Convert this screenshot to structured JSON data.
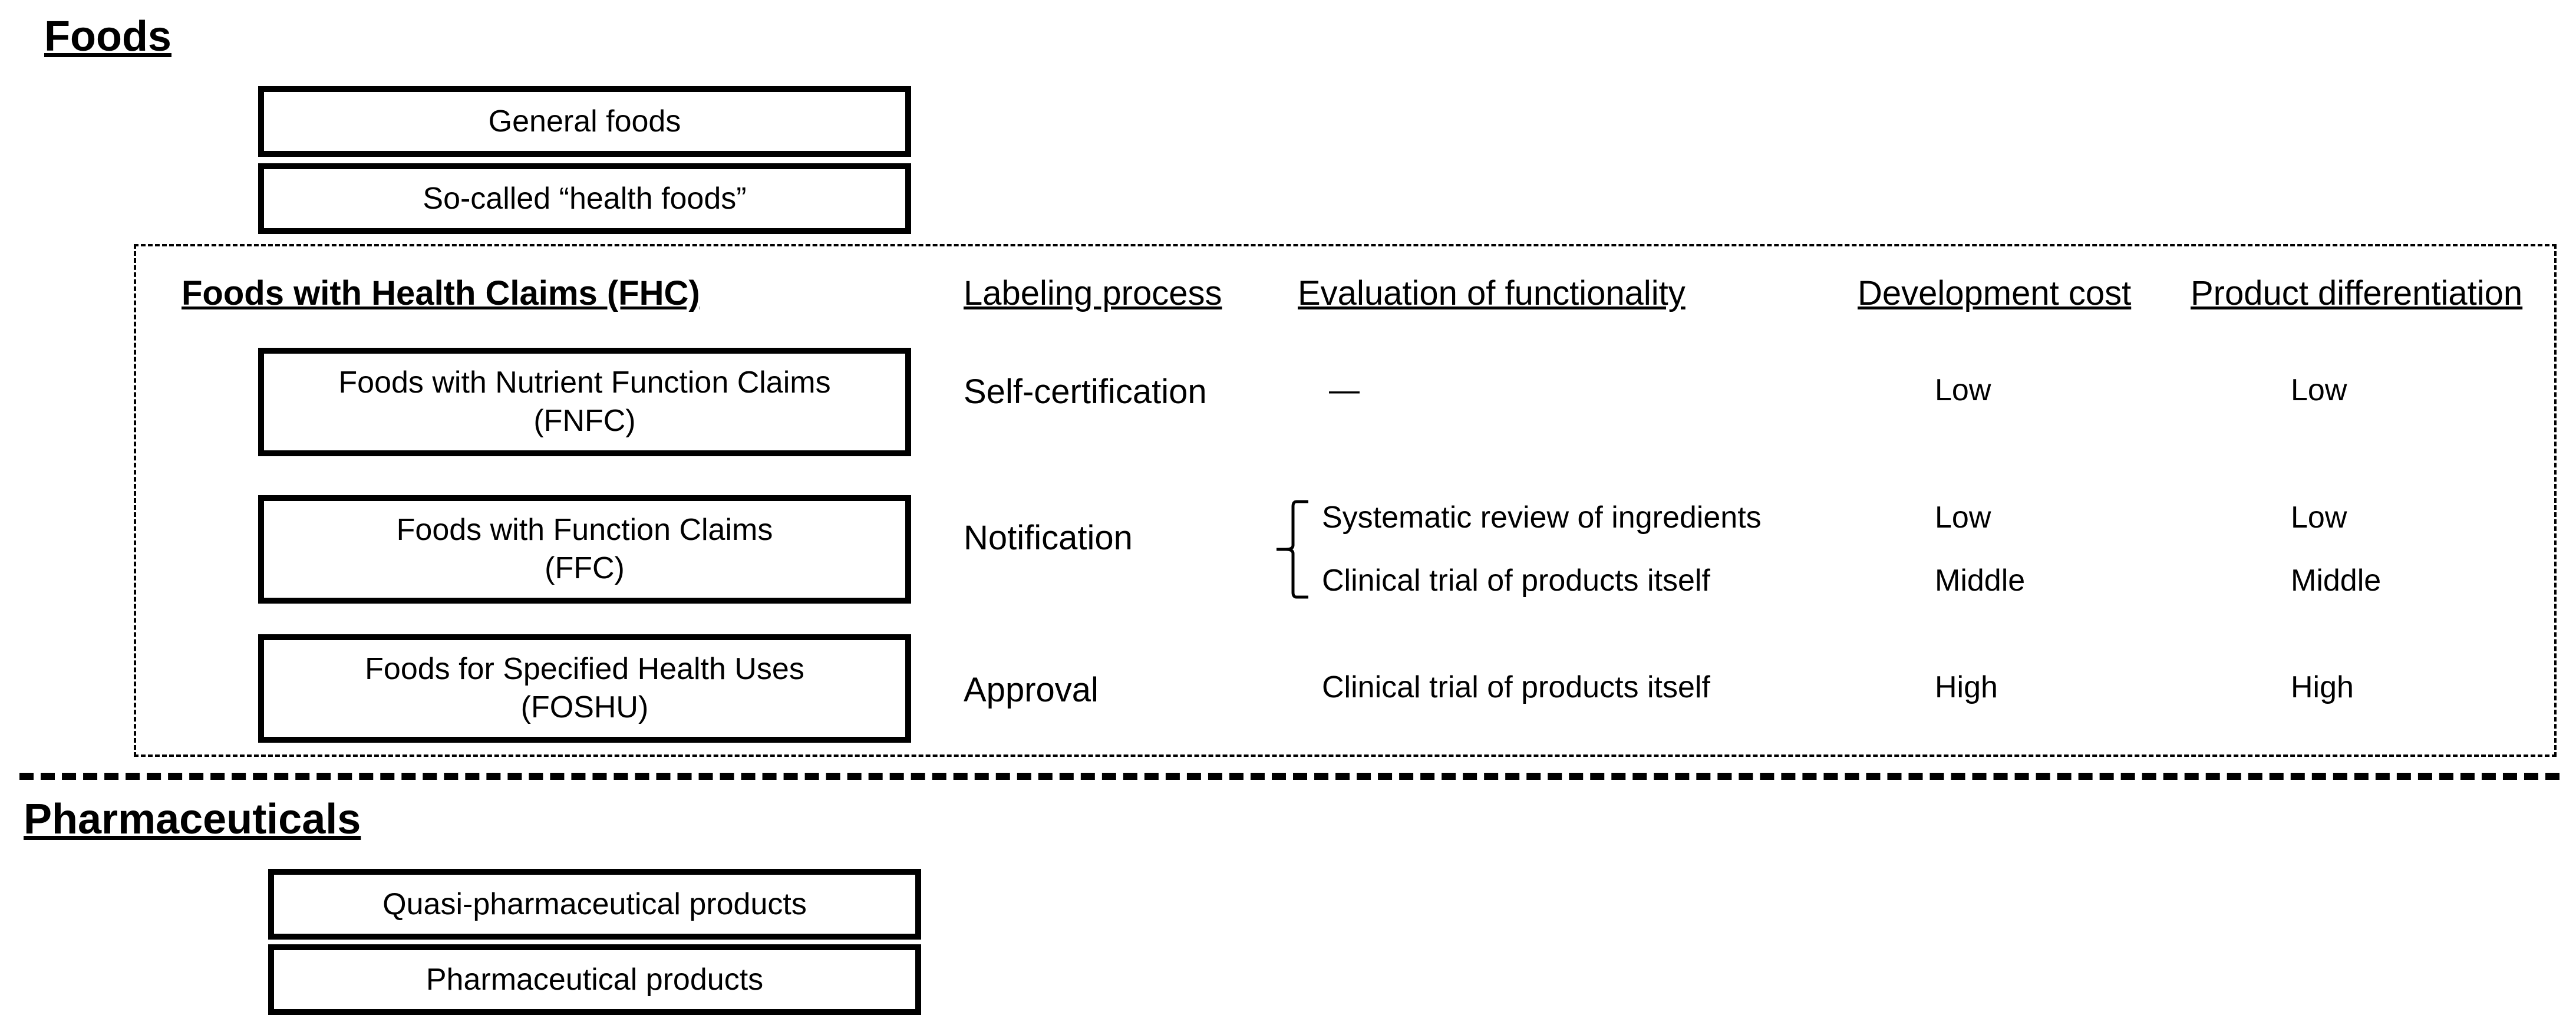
{
  "foods_section": {
    "title": "Foods",
    "categories": [
      {
        "label": "General foods"
      },
      {
        "label": "So-called “health foods”"
      }
    ]
  },
  "fhc": {
    "title": "Foods with Health Claims (FHC)",
    "column_headers": {
      "labeling_process": "Labeling process",
      "evaluation": "Evaluation of functionality",
      "development_cost": "Development cost",
      "product_differentiation": "Product differentiation"
    },
    "rows": [
      {
        "name_line1": "Foods with Nutrient Function Claims",
        "name_line2": "(FNFC)",
        "labeling_process": "Self-certification",
        "evaluations": [
          {
            "text": "―",
            "development_cost": "Low",
            "product_differentiation": "Low"
          }
        ]
      },
      {
        "name_line1": "Foods with Function Claims",
        "name_line2": "(FFC)",
        "labeling_process": "Notification",
        "evaluations": [
          {
            "text": "Systematic review of ingredients",
            "development_cost": "Low",
            "product_differentiation": "Low"
          },
          {
            "text": "Clinical trial of products itself",
            "development_cost": "Middle",
            "product_differentiation": "Middle"
          }
        ]
      },
      {
        "name_line1": "Foods for Specified Health Uses",
        "name_line2": "(FOSHU)",
        "labeling_process": "Approval",
        "evaluations": [
          {
            "text": "Clinical trial of products itself",
            "development_cost": "High",
            "product_differentiation": "High"
          }
        ]
      }
    ]
  },
  "pharma_section": {
    "title": "Pharmaceuticals",
    "categories": [
      {
        "label": "Quasi-pharmaceutical products"
      },
      {
        "label": "Pharmaceutical products"
      }
    ]
  }
}
